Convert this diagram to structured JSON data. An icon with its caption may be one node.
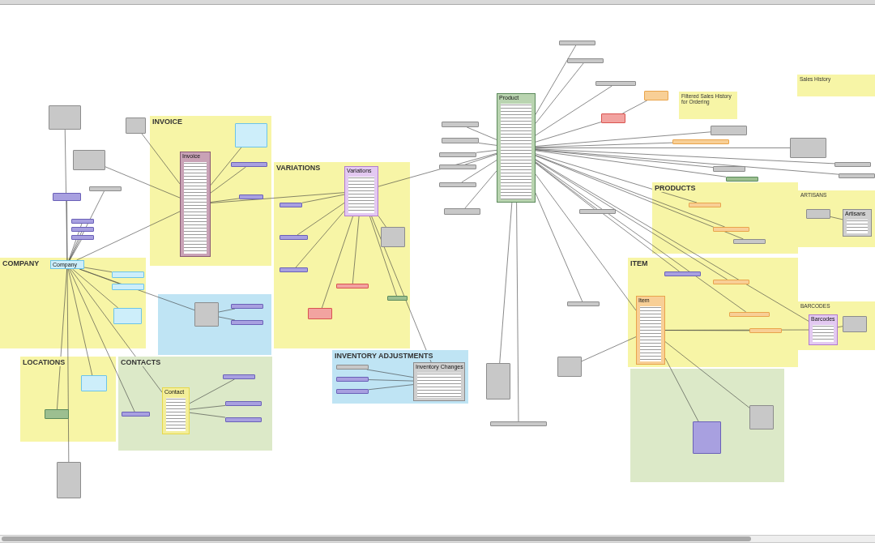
{
  "diagram": {
    "nodes": [
      {
        "text": [
          "INVOICE"
        ]
      },
      {
        "text": [
          "COMPANY"
        ]
      },
      {
        "text": [
          "LOCATIONS"
        ]
      },
      {
        "text": [
          "CONTACTS"
        ]
      },
      {
        "text": [
          "VARIATIONS"
        ]
      },
      {
        "text": [
          "INVENTORY ADJUSTMENTS"
        ]
      },
      {
        "text": [
          "Filtered Sales History for Ordering"
        ]
      },
      {
        "text": [
          "Sales History"
        ]
      },
      {
        "text": [
          "PRODUCTS"
        ]
      },
      {
        "text": [
          "ARTISANS"
        ]
      },
      {
        "text": [
          "ITEM"
        ]
      },
      {
        "text": [
          "BARCODES"
        ]
      },
      {
        "text": [],
        "shape": "box"
      },
      {
        "text": [],
        "shape": "box"
      },
      {
        "text": [
          "Invoice"
        ],
        "in": 0
      },
      {
        "text": [
          "Company"
        ],
        "in": 1
      },
      {
        "text": [
          "Contact"
        ],
        "in": 3
      },
      {
        "text": [
          "Variations"
        ],
        "in": 4
      },
      {
        "text": [
          "Inventory Changes"
        ],
        "in": 5
      },
      {
        "text": [
          "Product"
        ]
      },
      {
        "text": [
          "Item"
        ],
        "in": 10
      },
      {
        "text": [
          "Barcodes"
        ],
        "in": 11
      },
      {
        "text": [
          "Artisans"
        ],
        "in": 9
      },
      {
        "text": [],
        "shape": "bar"
      },
      {
        "text": [],
        "shape": "bar"
      },
      {
        "text": [],
        "shape": "bar"
      },
      {
        "text": [],
        "shape": "bar"
      },
      {
        "text": [],
        "shape": "bar"
      },
      {
        "text": [],
        "shape": "bar"
      },
      {
        "text": [],
        "shape": "bar"
      },
      {
        "text": [],
        "shape": "bar"
      },
      {
        "text": [],
        "shape": "bar"
      },
      {
        "text": [],
        "shape": "bar"
      },
      {
        "text": [],
        "shape": "bar"
      },
      {
        "text": [],
        "shape": "bar"
      },
      {
        "text": [],
        "shape": "bar"
      },
      {
        "text": [],
        "shape": "bar"
      },
      {
        "text": [],
        "shape": "bar"
      },
      {
        "text": [],
        "shape": "bar"
      },
      {
        "text": [],
        "shape": "bar"
      },
      {
        "text": [],
        "shape": "bar"
      },
      {
        "text": [],
        "shape": "bar",
        "in": 8
      },
      {
        "text": [],
        "shape": "bar",
        "in": 8
      },
      {
        "text": [],
        "shape": "bar",
        "in": 8
      },
      {
        "text": [],
        "shape": "bar"
      },
      {
        "text": [],
        "shape": "bar",
        "in": 10
      },
      {
        "text": [],
        "shape": "bar",
        "in": 10
      },
      {
        "text": [],
        "shape": "bar",
        "in": 10
      },
      {
        "text": [],
        "shape": "bar",
        "in": 10
      },
      {
        "text": [],
        "shape": "bar",
        "in": 11
      },
      {
        "text": [],
        "shape": "bar",
        "in": 9
      },
      {
        "text": [],
        "shape": "bar",
        "in": 12
      },
      {
        "text": [],
        "shape": "bar",
        "in": 12
      },
      {
        "text": [],
        "shape": "bar"
      },
      {
        "text": [],
        "shape": "bar"
      },
      {
        "text": [],
        "shape": "bar"
      },
      {
        "text": [],
        "shape": "bar",
        "in": 0
      },
      {
        "text": [],
        "shape": "bar",
        "in": 0
      },
      {
        "text": [],
        "shape": "bar",
        "in": 0
      },
      {
        "text": [],
        "shape": "bar"
      },
      {
        "text": [],
        "shape": "bar"
      },
      {
        "text": [],
        "shape": "bar"
      },
      {
        "text": [],
        "shape": "bar"
      },
      {
        "text": [],
        "shape": "bar"
      },
      {
        "text": [],
        "shape": "bar",
        "in": 1
      },
      {
        "text": [],
        "shape": "bar",
        "in": 1
      },
      {
        "text": [],
        "shape": "bar",
        "in": 1
      },
      {
        "text": [],
        "shape": "bar",
        "in": 2
      },
      {
        "text": [],
        "shape": "bar",
        "in": 2
      },
      {
        "text": [],
        "shape": "bar",
        "in": 3
      },
      {
        "text": [],
        "shape": "bar",
        "in": 3
      },
      {
        "text": [],
        "shape": "bar",
        "in": 3
      },
      {
        "text": [],
        "shape": "bar",
        "in": 3
      },
      {
        "text": [],
        "shape": "bar",
        "in": 13
      },
      {
        "text": [],
        "shape": "bar",
        "in": 13
      },
      {
        "text": [],
        "shape": "bar",
        "in": 13
      },
      {
        "text": [],
        "shape": "bar",
        "in": 4
      },
      {
        "text": [],
        "shape": "bar",
        "in": 4
      },
      {
        "text": [],
        "shape": "bar",
        "in": 4
      },
      {
        "text": [],
        "shape": "bar",
        "in": 4
      },
      {
        "text": [],
        "shape": "bar",
        "in": 4
      },
      {
        "text": [],
        "shape": "bar",
        "in": 4
      },
      {
        "text": [],
        "shape": "bar",
        "in": 4
      },
      {
        "text": [],
        "shape": "bar",
        "in": 5
      },
      {
        "text": [],
        "shape": "bar",
        "in": 5
      },
      {
        "text": [],
        "shape": "bar",
        "in": 5
      },
      {
        "text": [],
        "shape": "bar"
      },
      {
        "text": [],
        "shape": "bar"
      },
      {
        "text": [],
        "shape": "bar"
      },
      {
        "text": [],
        "shape": "bar"
      },
      {
        "text": [],
        "shape": "bar"
      }
    ],
    "edges": [
      {
        "from": 19,
        "to": 23,
        "arrow": "none"
      },
      {
        "from": 19,
        "to": 24,
        "arrow": "none"
      },
      {
        "from": 19,
        "to": 25,
        "arrow": "none"
      },
      {
        "from": 19,
        "to": 26,
        "arrow": "none"
      },
      {
        "from": 19,
        "to": 27,
        "arrow": "none"
      },
      {
        "from": 19,
        "to": 28,
        "arrow": "none"
      },
      {
        "from": 19,
        "to": 29,
        "arrow": "none"
      },
      {
        "from": 19,
        "to": 30,
        "arrow": "none"
      },
      {
        "from": 19,
        "to": 31,
        "arrow": "none"
      },
      {
        "from": 19,
        "to": 32,
        "arrow": "none"
      },
      {
        "from": 19,
        "to": 34,
        "arrow": "none"
      },
      {
        "from": 19,
        "to": 35,
        "arrow": "none"
      },
      {
        "from": 19,
        "to": 36,
        "arrow": "none"
      },
      {
        "from": 19,
        "to": 37,
        "arrow": "none"
      },
      {
        "from": 19,
        "to": 38,
        "arrow": "none"
      },
      {
        "from": 19,
        "to": 39,
        "arrow": "none"
      },
      {
        "from": 19,
        "to": 40,
        "arrow": "none"
      },
      {
        "from": 19,
        "to": 41,
        "arrow": "none"
      },
      {
        "from": 19,
        "to": 42,
        "arrow": "none"
      },
      {
        "from": 19,
        "to": 43,
        "arrow": "none"
      },
      {
        "from": 19,
        "to": 44,
        "arrow": "none"
      },
      {
        "from": 19,
        "to": 45,
        "arrow": "none"
      },
      {
        "from": 19,
        "to": 46,
        "arrow": "none"
      },
      {
        "from": 19,
        "to": 47,
        "arrow": "none"
      },
      {
        "from": 19,
        "to": 20,
        "arrow": "none"
      },
      {
        "from": 19,
        "to": 89,
        "arrow": "none"
      },
      {
        "from": 19,
        "to": 90,
        "arrow": "none"
      },
      {
        "from": 19,
        "to": 86,
        "arrow": "none"
      },
      {
        "from": 19,
        "to": 17,
        "arrow": "none"
      },
      {
        "from": 19,
        "to": 21,
        "arrow": "none"
      },
      {
        "from": 32,
        "to": 33,
        "arrow": "none"
      },
      {
        "from": 14,
        "to": 55,
        "arrow": "none"
      },
      {
        "from": 14,
        "to": 56,
        "arrow": "none"
      },
      {
        "from": 14,
        "to": 57,
        "arrow": "none"
      },
      {
        "from": 14,
        "to": 58,
        "arrow": "none"
      },
      {
        "from": 14,
        "to": 54,
        "arrow": "none"
      },
      {
        "from": 14,
        "to": 15,
        "arrow": "none"
      },
      {
        "from": 15,
        "to": 61,
        "arrow": "none"
      },
      {
        "from": 15,
        "to": 62,
        "arrow": "none"
      },
      {
        "from": 15,
        "to": 63,
        "arrow": "none"
      },
      {
        "from": 15,
        "to": 64,
        "arrow": "none"
      },
      {
        "from": 15,
        "to": 65,
        "arrow": "none"
      },
      {
        "from": 15,
        "to": 66,
        "arrow": "none"
      },
      {
        "from": 15,
        "to": 67,
        "arrow": "none"
      },
      {
        "from": 15,
        "to": 68,
        "arrow": "none"
      },
      {
        "from": 15,
        "to": 69,
        "arrow": "none"
      },
      {
        "from": 15,
        "to": 16,
        "arrow": "none"
      },
      {
        "from": 15,
        "to": 53,
        "arrow": "none"
      },
      {
        "from": 15,
        "to": 88,
        "arrow": "none"
      },
      {
        "from": 15,
        "to": 73,
        "arrow": "none"
      },
      {
        "from": 15,
        "to": 59,
        "arrow": "none"
      },
      {
        "from": 15,
        "to": 60,
        "arrow": "none"
      },
      {
        "from": 17,
        "to": 76,
        "arrow": "none"
      },
      {
        "from": 17,
        "to": 77,
        "arrow": "none"
      },
      {
        "from": 17,
        "to": 78,
        "arrow": "none"
      },
      {
        "from": 17,
        "to": 79,
        "arrow": "none"
      },
      {
        "from": 17,
        "to": 80,
        "arrow": "none"
      },
      {
        "from": 17,
        "to": 81,
        "arrow": "none"
      },
      {
        "from": 17,
        "to": 82,
        "arrow": "none"
      },
      {
        "from": 17,
        "to": 14,
        "arrow": "none"
      },
      {
        "from": 17,
        "to": 18,
        "arrow": "none"
      },
      {
        "from": 18,
        "to": 83,
        "arrow": "none"
      },
      {
        "from": 18,
        "to": 84,
        "arrow": "none"
      },
      {
        "from": 18,
        "to": 85,
        "arrow": "none"
      },
      {
        "from": 16,
        "to": 70,
        "arrow": "none"
      },
      {
        "from": 16,
        "to": 71,
        "arrow": "none"
      },
      {
        "from": 16,
        "to": 72,
        "arrow": "none"
      },
      {
        "from": 73,
        "to": 74,
        "arrow": "none"
      },
      {
        "from": 73,
        "to": 75,
        "arrow": "none"
      },
      {
        "from": 20,
        "to": 48,
        "arrow": "none"
      },
      {
        "from": 20,
        "to": 51,
        "arrow": "none"
      },
      {
        "from": 20,
        "to": 52,
        "arrow": "none"
      },
      {
        "from": 20,
        "to": 21,
        "arrow": "none"
      },
      {
        "from": 20,
        "to": 87,
        "arrow": "none"
      },
      {
        "from": 50,
        "to": 22,
        "arrow": "none"
      },
      {
        "from": 21,
        "to": 49,
        "arrow": "none"
      }
    ]
  }
}
